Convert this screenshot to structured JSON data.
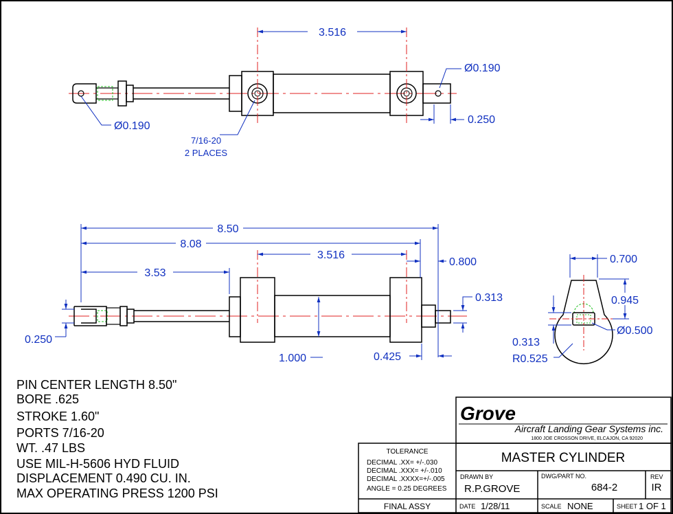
{
  "dimensions": {
    "top_center": "3.516",
    "top_right_hole": "Ø0.190",
    "top_left_hole": "Ø0.190",
    "top_right_offset": "0.250",
    "port_thread": "7/16-20",
    "port_places": "2 PLACES",
    "overall_length": "8.50",
    "length_808": "8.08",
    "length_353": "3.53",
    "side_center": "3.516",
    "rod_800": "0.800",
    "rod_313": "0.313",
    "clevis_250": "0.250",
    "body_1000": "1.000",
    "end_425": "0.425",
    "eye_700": "0.700",
    "eye_945": "0.945",
    "eye_hole": "Ø0.500",
    "eye_313": "0.313",
    "eye_radius": "R0.525"
  },
  "notes": [
    "PIN CENTER LENGTH 8.50\"",
    "BORE .625",
    "STROKE 1.60\"",
    "PORTS  7/16-20",
    "WT. .47 LBS",
    "USE MIL-H-5606 HYD FLUID",
    "DISPLACEMENT 0.490 CU. IN.",
    "MAX OPERATING PRESS 1200 PSI"
  ],
  "title_block": {
    "company_logo": "Grove",
    "company_name": "Aircraft Landing Gear Systems inc.",
    "company_address": "1800 JOE CROSSON DRIVE, ELCAJON, CA 92020",
    "tolerance_header": "TOLERANCE",
    "tol_xx": "DECIMAL .XX=  +/-.030",
    "tol_xxx": "DECIMAL .XXX= +/-.010",
    "tol_xxxx": "DECIMAL .XXXX=+/-.005",
    "tol_angle": "ANGLE = 0.25 DEGREES",
    "title": "MASTER CYLINDER",
    "drawn_by_label": "DRAWN BY",
    "drawn_by": "R.P.GROVE",
    "dwg_label": "DWG/PART NO.",
    "dwg_no": "684-2",
    "rev_label": "REV",
    "rev": "IR",
    "final_assy": "FINAL ASSY",
    "date_label": "DATE",
    "date": "1/28/11",
    "scale_label": "SCALE",
    "scale": "NONE",
    "sheet_label": "SHEET",
    "sheet": "1 OF 1"
  },
  "colors": {
    "outline": "#000000",
    "dimension": "#1030c0",
    "centerline": "#e02020",
    "hidden": "#20c020"
  }
}
